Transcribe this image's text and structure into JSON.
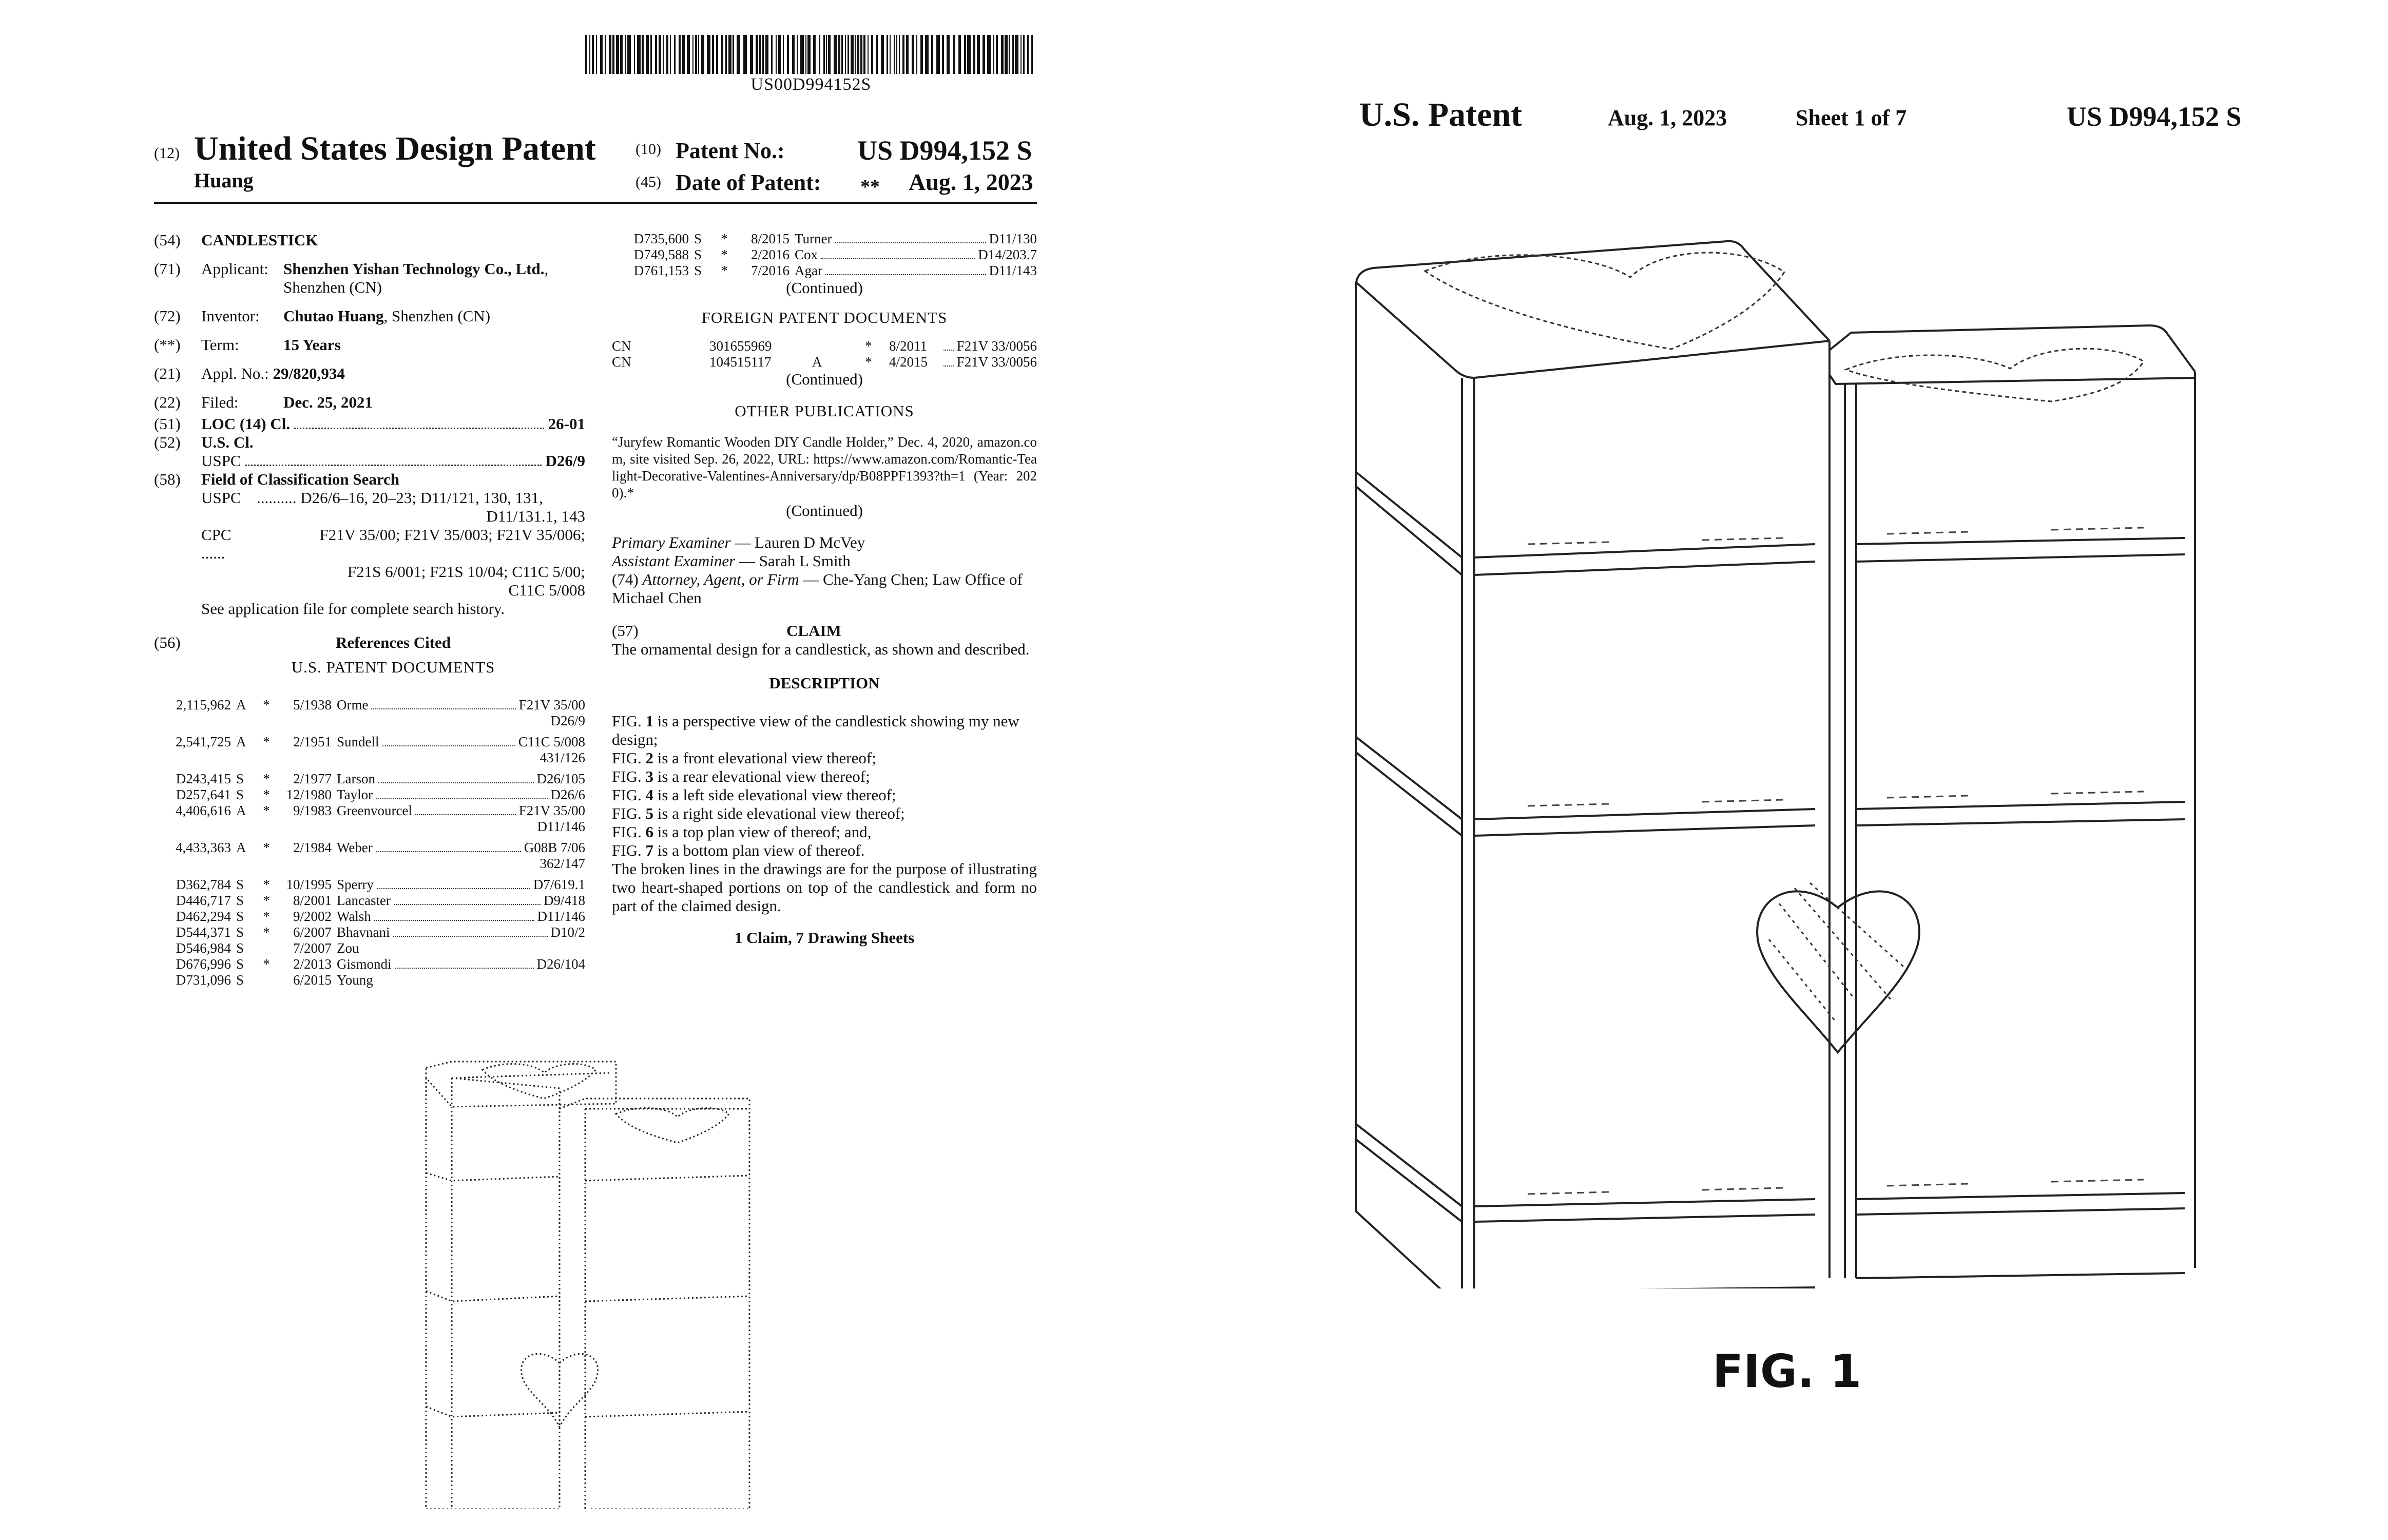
{
  "barcode": {
    "text": "US00D994152S"
  },
  "header": {
    "code_12": "(12)",
    "title": "United States Design Patent",
    "inventor_surname": "Huang",
    "code_10": "(10)",
    "patent_no_label": "Patent No.:",
    "patent_no": "US D994,152 S",
    "code_45": "(45)",
    "date_label": "Date of Patent:",
    "date_marks": "**",
    "date": "Aug. 1, 2023"
  },
  "biblio": {
    "f54": {
      "code": "(54)",
      "value": "CANDLESTICK"
    },
    "f71": {
      "code": "(71)",
      "label": "Applicant:",
      "value_bold": "Shenzhen Yishan Technology Co., Ltd.",
      "value_rest": ", Shenzhen (CN)"
    },
    "f72": {
      "code": "(72)",
      "label": "Inventor:",
      "value_bold": "Chutao Huang",
      "value_rest": ", Shenzhen (CN)"
    },
    "f_term": {
      "code": "(**)",
      "label": "Term:",
      "value": "15 Years"
    },
    "f21": {
      "code": "(21)",
      "label": "Appl. No.:",
      "value": "29/820,934"
    },
    "f22": {
      "code": "(22)",
      "label": "Filed:",
      "value": "Dec. 25, 2021"
    },
    "f51": {
      "code": "(51)",
      "label": "LOC (14) Cl.",
      "value": "26-01"
    },
    "f52": {
      "code": "(52)",
      "label": "U.S. Cl.",
      "sublabel": "USPC",
      "value": "D26/9"
    },
    "f58": {
      "code": "(58)",
      "label": "Field of Classification Search",
      "uspc_label": "USPC",
      "uspc_line1": "D26/6–16, 20–23; D11/121, 130, 131,",
      "uspc_line2": "D11/131.1, 143",
      "cpc_label": "CPC ......",
      "cpc_line1": "F21V 35/00; F21V 35/003; F21V 35/006;",
      "cpc_line2": "F21S 6/001; F21S 10/04; C11C 5/00;",
      "cpc_line3": "C11C 5/008",
      "note": "See application file for complete search history."
    },
    "f56": {
      "code": "(56)",
      "label": "References Cited",
      "us_docs_heading": "U.S. PATENT DOCUMENTS"
    }
  },
  "us_references": [
    {
      "num": "2,115,962",
      "kind": "A",
      "star": "*",
      "date": "5/1938",
      "name": "Orme",
      "cls": "F21V 35/00",
      "cls2": "D26/9"
    },
    {
      "num": "2,541,725",
      "kind": "A",
      "star": "*",
      "date": "2/1951",
      "name": "Sundell",
      "cls": "C11C 5/008",
      "cls2": "431/126"
    },
    {
      "num": "D243,415",
      "kind": "S",
      "star": "*",
      "date": "2/1977",
      "name": "Larson",
      "cls": "D26/105",
      "cls2": ""
    },
    {
      "num": "D257,641",
      "kind": "S",
      "star": "*",
      "date": "12/1980",
      "name": "Taylor",
      "cls": "D26/6",
      "cls2": ""
    },
    {
      "num": "4,406,616",
      "kind": "A",
      "star": "*",
      "date": "9/1983",
      "name": "Greenvourcel",
      "cls": "F21V 35/00",
      "cls2": "D11/146"
    },
    {
      "num": "4,433,363",
      "kind": "A",
      "star": "*",
      "date": "2/1984",
      "name": "Weber",
      "cls": "G08B 7/06",
      "cls2": "362/147"
    },
    {
      "num": "D362,784",
      "kind": "S",
      "star": "*",
      "date": "10/1995",
      "name": "Sperry",
      "cls": "D7/619.1",
      "cls2": ""
    },
    {
      "num": "D446,717",
      "kind": "S",
      "star": "*",
      "date": "8/2001",
      "name": "Lancaster",
      "cls": "D9/418",
      "cls2": ""
    },
    {
      "num": "D462,294",
      "kind": "S",
      "star": "*",
      "date": "9/2002",
      "name": "Walsh",
      "cls": "D11/146",
      "cls2": ""
    },
    {
      "num": "D544,371",
      "kind": "S",
      "star": "*",
      "date": "6/2007",
      "name": "Bhavnani",
      "cls": "D10/2",
      "cls2": ""
    },
    {
      "num": "D546,984",
      "kind": "S",
      "star": "",
      "date": "7/2007",
      "name": "Zou",
      "cls": "",
      "cls2": ""
    },
    {
      "num": "D676,996",
      "kind": "S",
      "star": "*",
      "date": "2/2013",
      "name": "Gismondi",
      "cls": "D26/104",
      "cls2": ""
    },
    {
      "num": "D731,096",
      "kind": "S",
      "star": "",
      "date": "6/2015",
      "name": "Young",
      "cls": "",
      "cls2": ""
    },
    {
      "num": "D735,600",
      "kind": "S",
      "star": "*",
      "date": "8/2015",
      "name": "Turner",
      "cls": "D11/130",
      "cls2": ""
    },
    {
      "num": "D749,588",
      "kind": "S",
      "star": "*",
      "date": "2/2016",
      "name": "Cox",
      "cls": "D14/203.7",
      "cls2": ""
    },
    {
      "num": "D761,153",
      "kind": "S",
      "star": "*",
      "date": "7/2016",
      "name": "Agar",
      "cls": "D11/143",
      "cls2": ""
    }
  ],
  "continued": "(Continued)",
  "foreign": {
    "heading": "FOREIGN PATENT DOCUMENTS",
    "rows": [
      {
        "country": "CN",
        "num": "301655969",
        "kind": "",
        "star": "*",
        "date": "8/2011",
        "cls": "F21V 33/0056"
      },
      {
        "country": "CN",
        "num": "104515117",
        "kind": "A",
        "star": "*",
        "date": "4/2015",
        "cls": "F21V 33/0056"
      }
    ]
  },
  "other_pubs": {
    "heading": "OTHER PUBLICATIONS",
    "text": "“Juryfew Romantic Wooden DIY Candle Holder,” Dec. 4, 2020, amazon.com, site visited Sep. 26, 2022, URL: https://www.amazon.com/Romantic-Tealight-Decorative-Valentines-Anniversary/dp/B08PPF1393?th=1 (Year: 2020).*"
  },
  "examiners": {
    "primary_label": "Primary Examiner",
    "primary": " — Lauren D McVey",
    "assistant_label": "Assistant Examiner",
    "assistant": " — Sarah L Smith",
    "attorney_code": "(74)",
    "attorney_label": "Attorney, Agent, or Firm",
    "attorney": " — Che-Yang Chen; Law Office of Michael Chen"
  },
  "claim": {
    "code": "(57)",
    "heading": "CLAIM",
    "text": "The ornamental design for a candlestick, as shown and described."
  },
  "description": {
    "heading": "DESCRIPTION",
    "figs": [
      {
        "pre": "FIG. ",
        "num": "1",
        "text": " is a perspective view of the candlestick showing my new design;"
      },
      {
        "pre": "FIG. ",
        "num": "2",
        "text": " is a front elevational view thereof;"
      },
      {
        "pre": "FIG. ",
        "num": "3",
        "text": " is a rear elevational view thereof;"
      },
      {
        "pre": "FIG. ",
        "num": "4",
        "text": " is a left side elevational view thereof;"
      },
      {
        "pre": "FIG. ",
        "num": "5",
        "text": " is a right side elevational view thereof;"
      },
      {
        "pre": "FIG. ",
        "num": "6",
        "text": " is a top plan view of thereof; and,"
      },
      {
        "pre": "FIG. ",
        "num": "7",
        "text": " is a bottom plan view of thereof."
      }
    ],
    "note": "The broken lines in the drawings are for the purpose of illustrating two heart-shaped portions on top of the candlestick and form no part of the claimed design.",
    "footer": "1 Claim, 7 Drawing Sheets"
  },
  "sheet": {
    "left": "U.S. Patent",
    "date": "Aug. 1, 2023",
    "sheet": "Sheet 1 of 7",
    "number": "US D994,152 S",
    "figure_label": "FIG. 1"
  },
  "colors": {
    "ink": "#111111",
    "background": "#ffffff"
  }
}
